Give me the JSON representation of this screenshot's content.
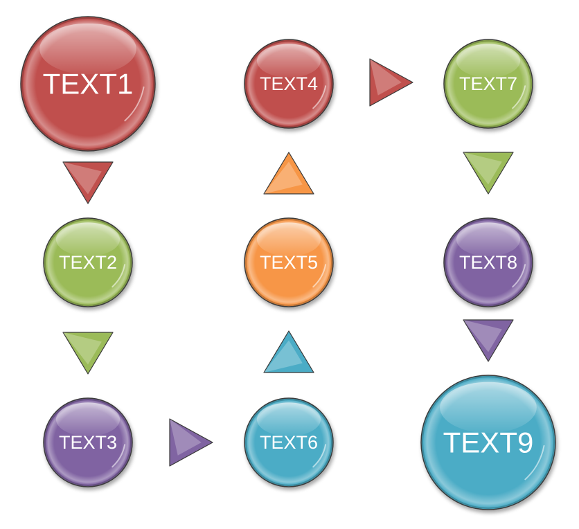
{
  "colors": {
    "red": "#c0504d",
    "green": "#9bbb59",
    "purple": "#8064a2",
    "orange": "#f79646",
    "blue": "#4bacc6",
    "outline": "#3a3a3a"
  },
  "nodes": [
    {
      "id": "1",
      "label": "TEXT1",
      "color": "red"
    },
    {
      "id": "2",
      "label": "TEXT2",
      "color": "green"
    },
    {
      "id": "3",
      "label": "TEXT3",
      "color": "purple"
    },
    {
      "id": "4",
      "label": "TEXT4",
      "color": "red"
    },
    {
      "id": "5",
      "label": "TEXT5",
      "color": "orange"
    },
    {
      "id": "6",
      "label": "TEXT6",
      "color": "blue"
    },
    {
      "id": "7",
      "label": "TEXT7",
      "color": "green"
    },
    {
      "id": "8",
      "label": "TEXT8",
      "color": "purple"
    },
    {
      "id": "9",
      "label": "TEXT9",
      "color": "blue"
    }
  ],
  "arrows": [
    {
      "from": "1",
      "to": "2",
      "direction": "down",
      "color": "red"
    },
    {
      "from": "2",
      "to": "3",
      "direction": "down",
      "color": "green"
    },
    {
      "from": "3",
      "to": "6",
      "direction": "right",
      "color": "purple"
    },
    {
      "from": "6",
      "to": "5",
      "direction": "up",
      "color": "blue"
    },
    {
      "from": "5",
      "to": "4",
      "direction": "up",
      "color": "orange"
    },
    {
      "from": "4",
      "to": "7",
      "direction": "right",
      "color": "red"
    },
    {
      "from": "7",
      "to": "8",
      "direction": "down",
      "color": "green"
    },
    {
      "from": "8",
      "to": "9",
      "direction": "down",
      "color": "purple"
    }
  ]
}
